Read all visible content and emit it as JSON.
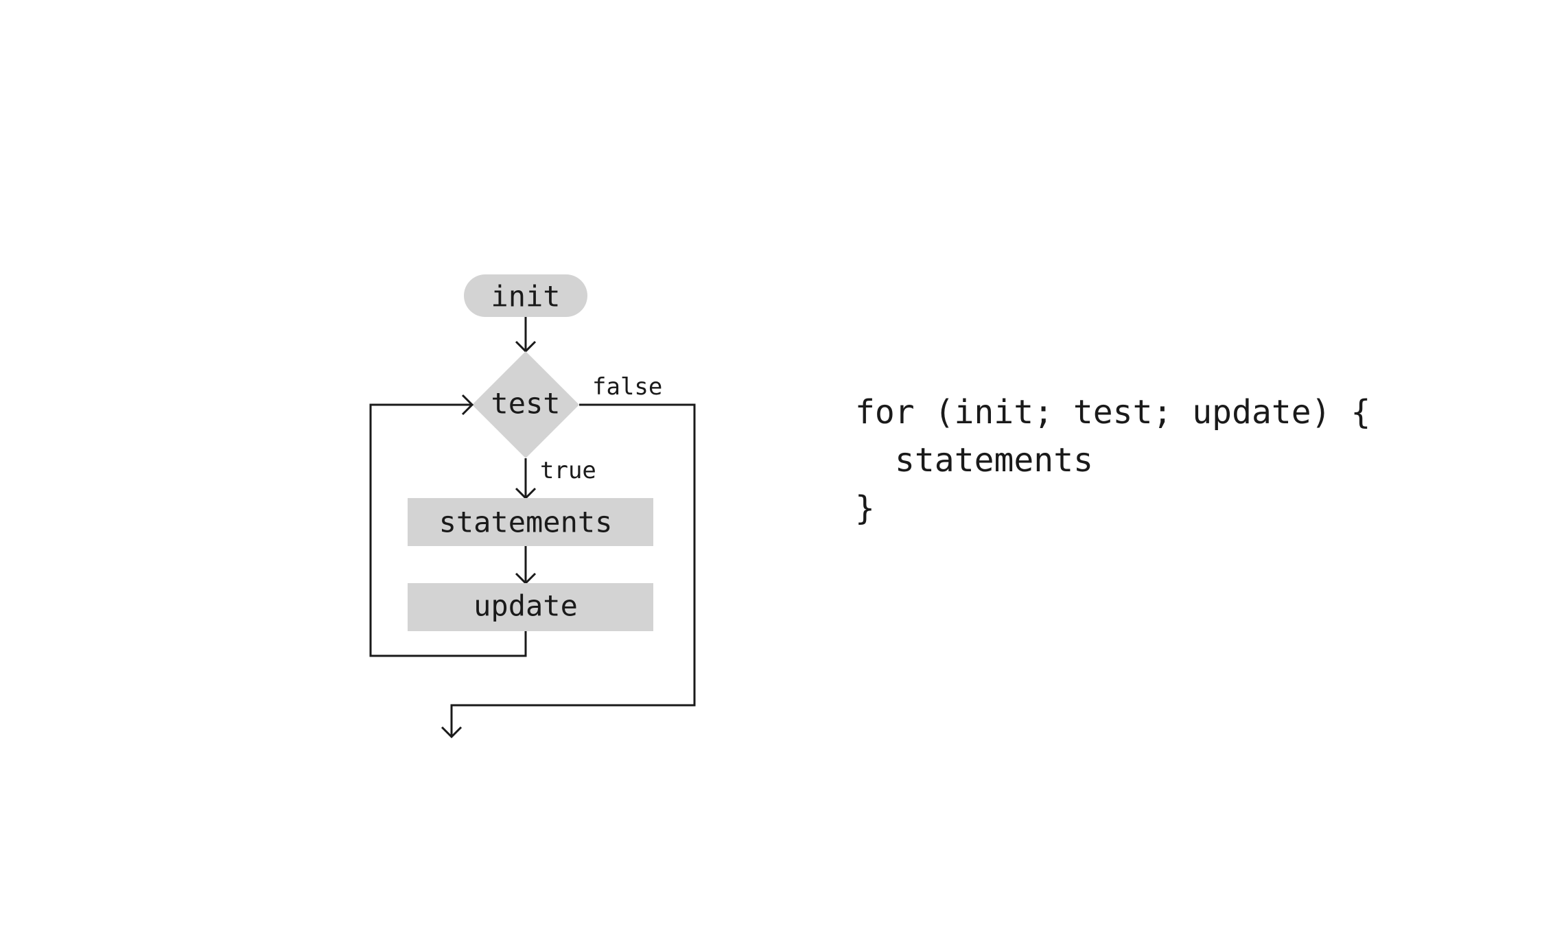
{
  "flowchart": {
    "nodes": {
      "init": "init",
      "test": "test",
      "statements": "statements",
      "update": "update"
    },
    "edge_labels": {
      "true": "true",
      "false": "false"
    }
  },
  "code": {
    "line1": "for (init; test; update) {",
    "line2": "statements",
    "line3": "}"
  },
  "colors": {
    "shape_fill": "#d3d3d3",
    "ink": "#1a1a1a",
    "background": "#ffffff"
  }
}
